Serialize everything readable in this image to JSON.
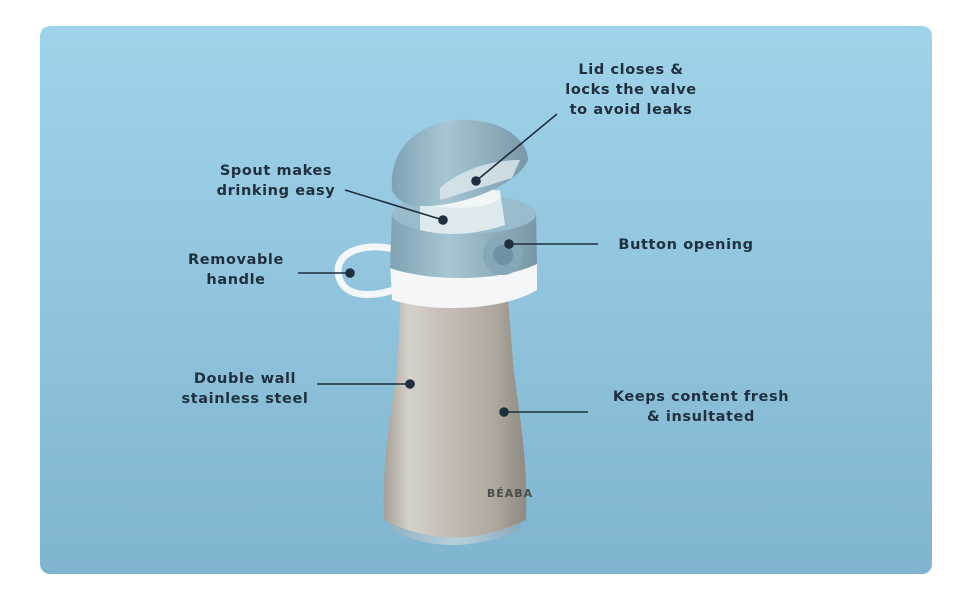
{
  "callouts": {
    "lid": [
      "Lid closes &",
      "locks the valve",
      "to avoid leaks"
    ],
    "spout": [
      "Spout makes",
      "drinking easy"
    ],
    "handle": [
      "Removable",
      "handle"
    ],
    "button": [
      "Button opening"
    ],
    "wall": [
      "Double wall",
      "stainless steel"
    ],
    "fresh": [
      "Keeps content fresh",
      "& insultated"
    ]
  },
  "brand": "BÉABA",
  "colors": {
    "background": "#92c6de",
    "lid": "#8fb3c4",
    "steel": "#bdb7ae",
    "text": "#1f2f3e"
  }
}
